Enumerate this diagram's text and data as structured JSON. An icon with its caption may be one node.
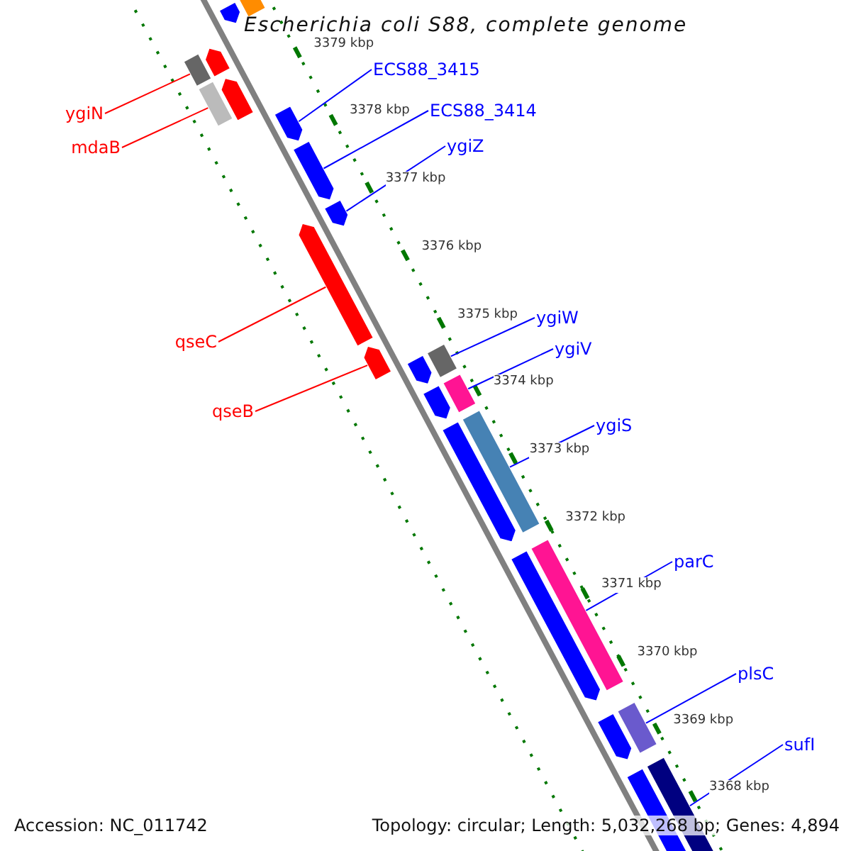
{
  "diagram": {
    "title": "Escherichia coli S88, complete genome",
    "nodes": [
      {
        "text": [
          "ygiN"
        ]
      },
      {
        "text": [
          "mdaB"
        ]
      },
      {
        "text": [
          "qseC"
        ]
      },
      {
        "text": [
          "qseB"
        ]
      },
      {
        "text": [
          "ECS88_3415"
        ]
      },
      {
        "text": [
          "ECS88_3414"
        ]
      },
      {
        "text": [
          "ygiZ"
        ]
      },
      {
        "text": [
          "ygiW"
        ]
      },
      {
        "text": [
          "ygiV"
        ]
      },
      {
        "text": [
          "ygiS"
        ]
      },
      {
        "text": [
          "parC"
        ]
      },
      {
        "text": [
          "plsC"
        ]
      },
      {
        "text": [
          "sufI"
        ]
      },
      {
        "text": [],
        "shape": "box"
      },
      {
        "text": [],
        "shape": "box"
      },
      {
        "text": [],
        "shape": "arrow"
      },
      {
        "text": [],
        "shape": "arrow"
      },
      {
        "text": [],
        "shape": "arrow"
      },
      {
        "text": [],
        "shape": "arrow"
      },
      {
        "text": [],
        "shape": "arrow"
      },
      {
        "text": [],
        "shape": "box"
      },
      {
        "text": [],
        "shape": "box"
      },
      {
        "text": [],
        "shape": "box"
      },
      {
        "text": [],
        "shape": "box"
      },
      {
        "text": [],
        "shape": "box"
      },
      {
        "text": [],
        "shape": "box"
      },
      {
        "text": [],
        "shape": "arrow"
      },
      {
        "text": [],
        "shape": "box"
      },
      {
        "text": [],
        "shape": "arrow"
      },
      {
        "text": [],
        "shape": "arrow"
      },
      {
        "text": [],
        "shape": "arrow"
      },
      {
        "text": [],
        "shape": "arrow"
      },
      {
        "text": [],
        "shape": "arrow"
      },
      {
        "text": [],
        "shape": "arrow"
      },
      {
        "text": [],
        "shape": "arrow"
      },
      {
        "text": [],
        "shape": "arrow"
      }
    ],
    "edges": [
      {
        "from": 0,
        "to": 13,
        "arrow": "none",
        "color": "#ff0000"
      },
      {
        "from": 1,
        "to": 14,
        "arrow": "none",
        "color": "#ff0000"
      },
      {
        "from": 2,
        "to": 15,
        "arrow": "none",
        "color": "#ff0000"
      },
      {
        "from": 3,
        "to": 16,
        "arrow": "none",
        "color": "#ff0000"
      },
      {
        "from": 4,
        "to": 17,
        "arrow": "none"
      },
      {
        "from": 5,
        "to": 18,
        "arrow": "none"
      },
      {
        "from": 6,
        "to": 19,
        "arrow": "none"
      },
      {
        "from": 7,
        "to": 20,
        "arrow": "none"
      },
      {
        "from": 8,
        "to": 21,
        "arrow": "none"
      },
      {
        "from": 9,
        "to": 22,
        "arrow": "none"
      },
      {
        "from": 10,
        "to": 23,
        "arrow": "none"
      },
      {
        "from": 11,
        "to": 24,
        "arrow": "none"
      },
      {
        "from": 12,
        "to": 25,
        "arrow": "none"
      }
    ],
    "labels": [
      "3379 kbp",
      "3378 kbp",
      "3377 kbp",
      "3376 kbp",
      "3375 kbp",
      "3374 kbp",
      "3373 kbp",
      "3372 kbp",
      "3371 kbp",
      "3370 kbp",
      "3369 kbp",
      "3368 kbp",
      "Accession: NC_011742",
      "Topology: circular; Length: 5,032,268 bp; Genes: 4,894"
    ]
  }
}
